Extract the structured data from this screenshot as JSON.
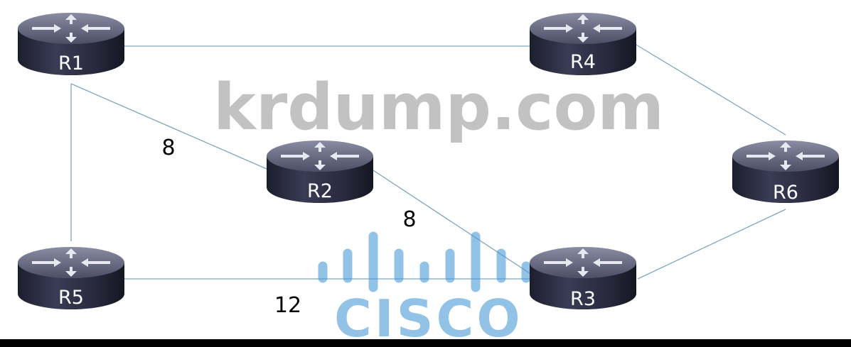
{
  "routers": {
    "r1": {
      "label": "R1"
    },
    "r2": {
      "label": "R2"
    },
    "r3": {
      "label": "R3"
    },
    "r4": {
      "label": "R4"
    },
    "r5": {
      "label": "R5"
    },
    "r6": {
      "label": "R6"
    }
  },
  "links": {
    "r1_r2_cost": "8",
    "r2_r3_cost": "8",
    "r5_r3_cost": "12"
  },
  "watermark": {
    "text": "krdump.com",
    "logo_text": "CISCO"
  },
  "colors": {
    "link": "#7fa6bd",
    "router_body": "#2e2f45",
    "cisco_blue": "#4a9ad6"
  }
}
